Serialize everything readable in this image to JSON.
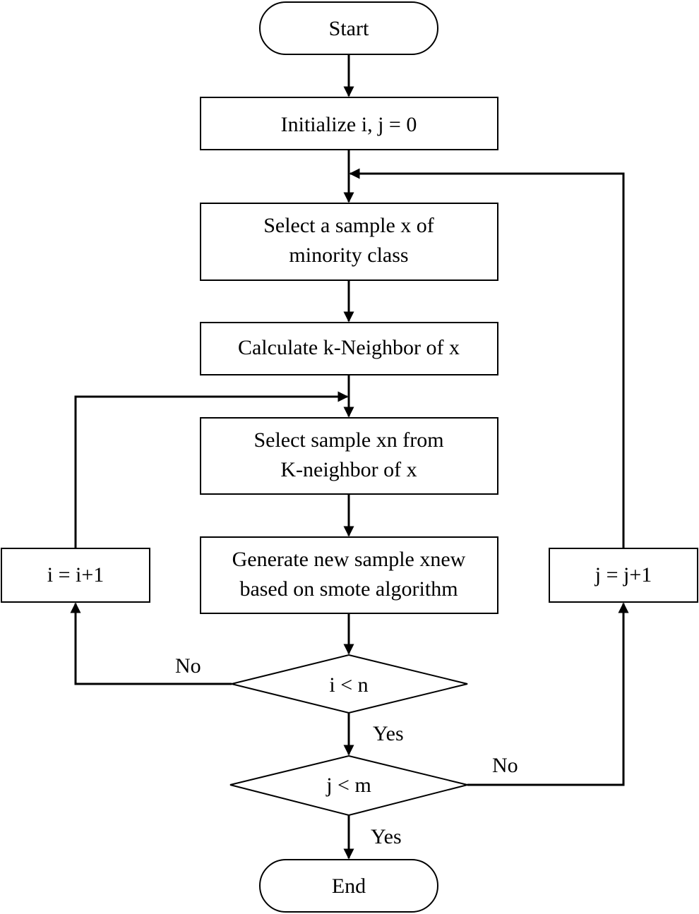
{
  "nodes": {
    "start": {
      "text": "Start"
    },
    "init": {
      "text": "Initialize i, j = 0"
    },
    "select_sample": {
      "line1": "Select a sample x of",
      "line2": "minority class"
    },
    "calc_neighbor": {
      "text": "Calculate k-Neighbor of x"
    },
    "select_xn": {
      "line1": "Select sample xn from",
      "line2": "K-neighbor of x"
    },
    "generate": {
      "line1": "Generate new sample xnew",
      "line2": "based on smote algorithm"
    },
    "inc_i": {
      "text": "i = i+1"
    },
    "inc_j": {
      "text": "j = j+1"
    },
    "cond_i": {
      "text": "i < n"
    },
    "cond_j": {
      "text": "j < m"
    },
    "end": {
      "text": "End"
    }
  },
  "edges": {
    "cond_i_no": "No",
    "cond_i_yes": "Yes",
    "cond_j_no": "No",
    "cond_j_yes": "Yes"
  }
}
